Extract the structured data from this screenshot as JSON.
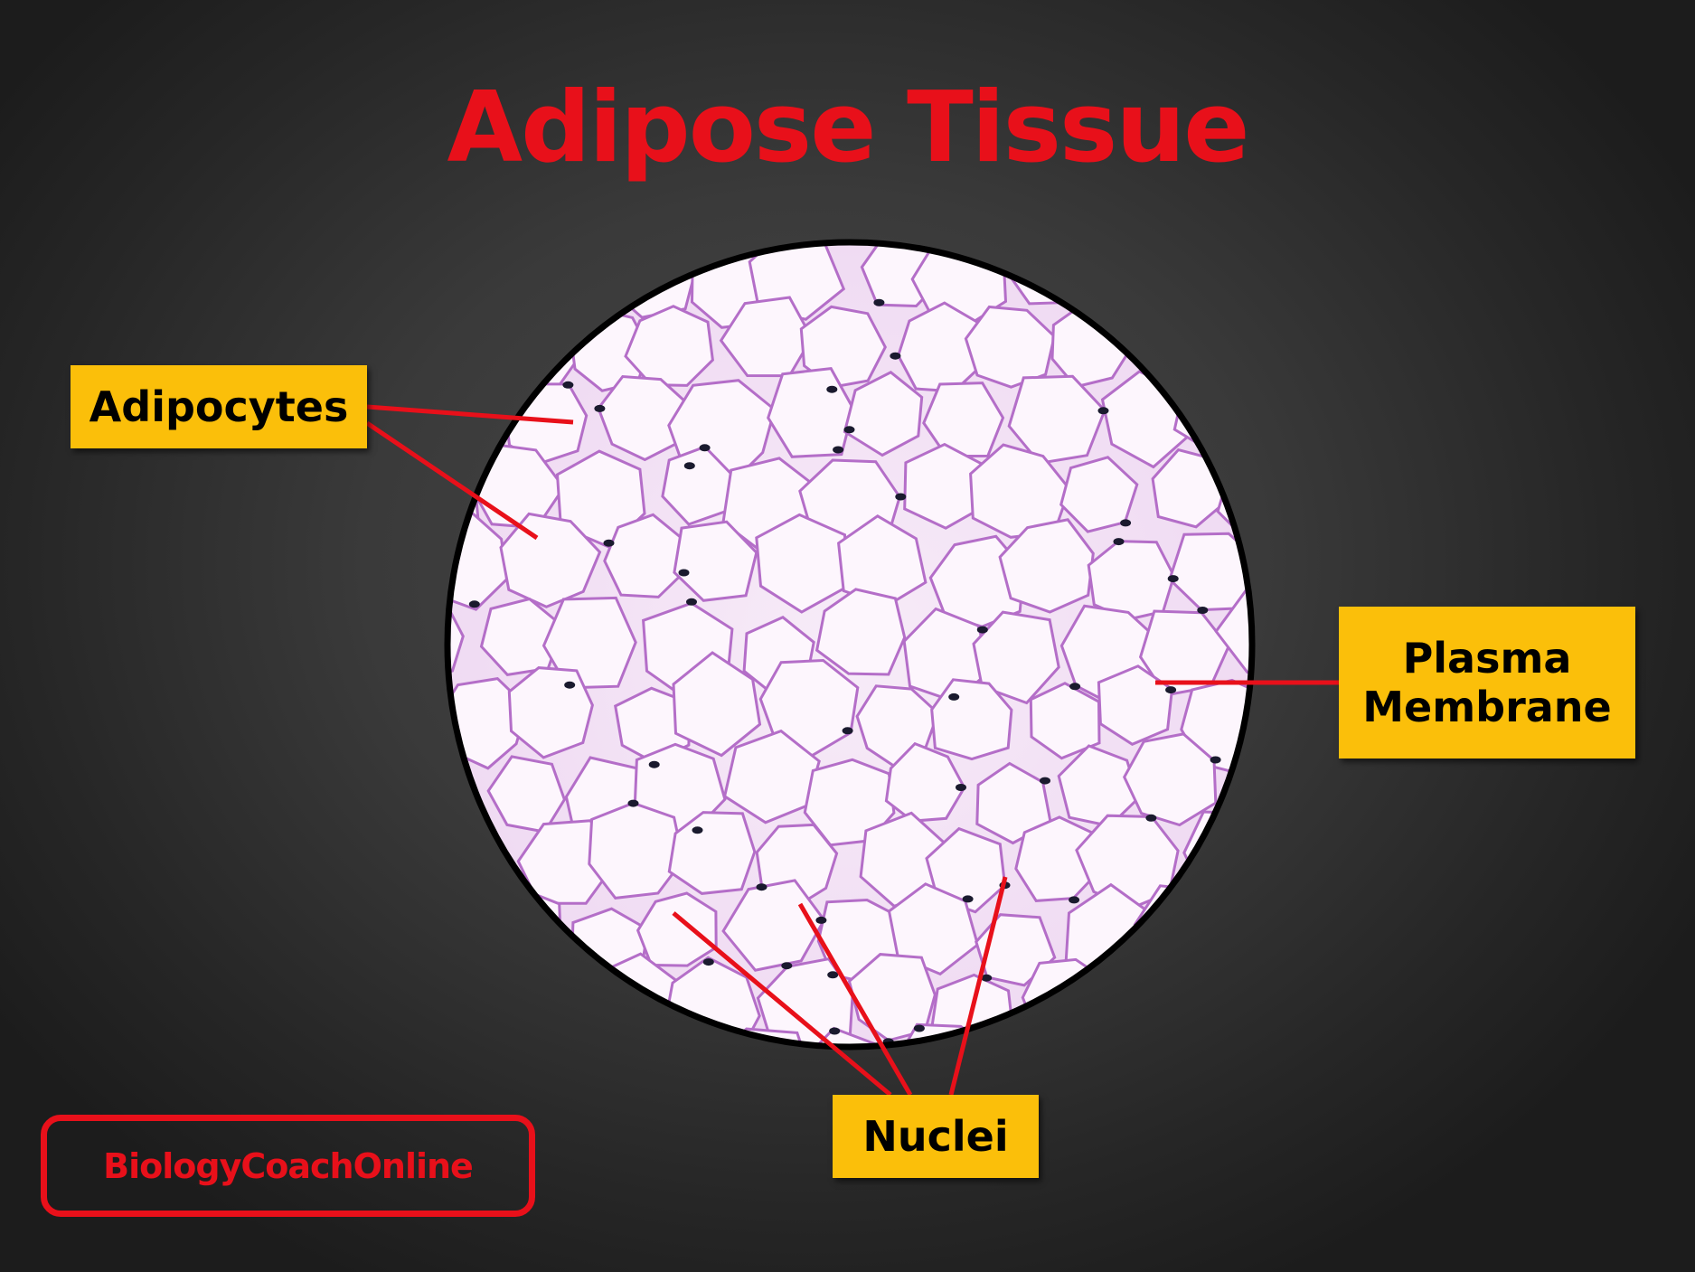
{
  "title": "Adipose Tissue",
  "labels": {
    "adipocytes": "Adipocytes",
    "plasma_membrane_line1": "Plasma",
    "plasma_membrane_line2": "Membrane",
    "nuclei": "Nuclei"
  },
  "brand": "BiologyCoachOnline",
  "colors": {
    "title": "#e8101a",
    "label_fill": "#fbbf0a",
    "leader_line": "#e8101a",
    "cell_wall": "#b46ec8",
    "cell_fill": "#fdf6fd",
    "nucleus": "#1a1a2e"
  }
}
